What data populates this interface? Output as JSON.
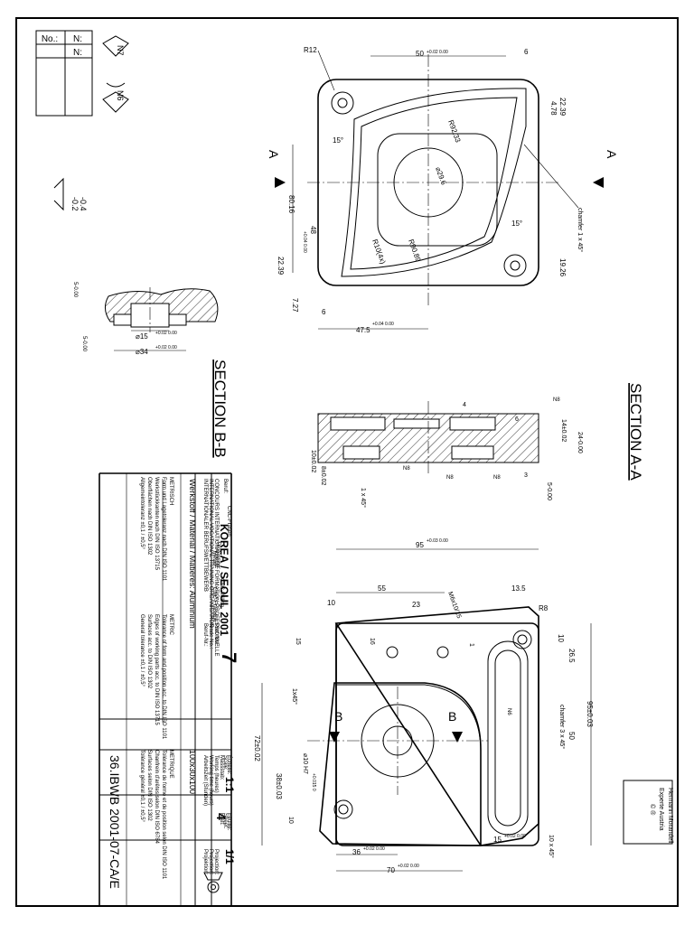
{
  "marks": {
    "n1": "N:",
    "n2": "N:",
    "no": "No.:",
    "n7": "N7",
    "n6": "N6"
  },
  "tolerance_small": [
    "-0.2",
    "-0.4"
  ],
  "section_bb": {
    "title": "SECTION B-B",
    "d1": "⌀15",
    "d1_tol": "+0.02 0.00",
    "d2": "⌀34",
    "d2_tol": "+0.02 0.00",
    "v1": "5-0.00",
    "v2": "5-0.00"
  },
  "section_aa": {
    "title": "SECTION A-A",
    "d1": "10±0.02",
    "d2": "8±0.02",
    "d3": "24-0.00",
    "d4": "14±0.02",
    "d5": "5-0.00",
    "d6": "4",
    "d7": "6",
    "d8": "3",
    "chamfer": "1 x 45°",
    "surf": [
      "N8",
      "N8",
      "N8",
      "N8"
    ]
  },
  "top_view": {
    "r12": "R12",
    "w50": "50",
    "w50_tol": "+0.02 0.00",
    "six_a": "6",
    "r92": "R92.33",
    "d29": "⌀29.6",
    "r90": "R90.89",
    "r10": "R10(4x)",
    "ang1": "15°",
    "ang2": "15°",
    "h80": "80.16",
    "h48": "48",
    "h48_tol": "+0.04 0.00",
    "h22a": "22.39",
    "h22b": "22.39",
    "h478": "4.78",
    "h1926": "19.26",
    "h727": "7.27",
    "six_b": "6",
    "w475": "47.5",
    "w475_tol": "+0.04 0.00",
    "chamfer": "chamfer 1 x 45°",
    "labelA": "A"
  },
  "bottom_view": {
    "w95": "95",
    "w95_tol": "+0.03 0.00",
    "w55": "55",
    "w23": "23",
    "w135": "13.5",
    "w10a": "10",
    "w10b": "10",
    "thread": "M6x10/15",
    "r8": "R8",
    "h265": "26.5",
    "h50": "50",
    "h95": "95±0.03",
    "h72": "72±0.02",
    "h38": "38±0.03",
    "h15": "15",
    "h16": "16",
    "h10": "10",
    "h1": "1",
    "ch1": "1x45°",
    "d10": "⌀10 H7",
    "d10_tol": "+0.015 0",
    "chamfer": "chamfer 3 x 45°",
    "ch10": "10 x 45°",
    "w36": "36",
    "w36_tol": "+0.02 0.00",
    "w70": "70",
    "w70_tol": "+0.02 0.00",
    "w15": "15",
    "w15_tol": "+0.02 0.00",
    "labelB": "B",
    "surf": "N6"
  },
  "author": {
    "name": "Hermann Morandell",
    "role": "Experte Austria",
    "mark": "© ®"
  },
  "notes": {
    "col1": [
      "Allgemeintoleranz ±0,1 / ±0,5°",
      "Oberflächen nach DIN ISO 1302",
      "Werkstückkanten nach DIN ISO 13715",
      "Form und Lagetoleranz nach DIN ISO 1101",
      "METRISCH"
    ],
    "col2": [
      "General tolerance ±0,1 / ±0,5°",
      "Surfaces acc. to DIN ISO 1302",
      "Edges of working parts acc. to DIN ISO 13715",
      "Tolerance of form and position acc. to DIN ISO 1101",
      "METRIC"
    ],
    "col3": [
      "Tolérance général ±0,1 / ±0,5°",
      "Surfaces selon DIN ISO 1302",
      "Chanfrein d'arêtes selon DIN ISO 6784",
      "Tolérance de forme et de position selon DIN ISO 1101",
      "METRIQUE"
    ]
  },
  "material_label": "Werkstoff / Material / Matières: Aluminium",
  "material_size": "100x30x100",
  "org": [
    "INTERNATIONALER BERUFSWETTBEWERB",
    "INTERNATIONAL VOCATIONAL TRAINING ORGANISATION",
    "CONCOURS INTERNATIONAUX DE FORMATION PROFESSIONNELLE"
  ],
  "city": "KOREA / SEOUL 2001",
  "trade": {
    "l1": "Beruf:",
    "v1": "CNC-Fräsen",
    "l2": "Profession:",
    "v2": "CNC-Milling",
    "l3": "Métier:",
    "v3": "CNC-Fraisage"
  },
  "trade_no": {
    "l1": "Beruf-Nr.:",
    "l2": "Trade No.:",
    "l3": "Prof. No.:",
    "value": "7"
  },
  "time": {
    "l1": "Arbeitszeit (Stunden)",
    "l2": "Working time (hours)",
    "l3": "Temps (heures)",
    "value": "4"
  },
  "projection": {
    "l1": "Projektion:",
    "l2": "Projection:",
    "l3": "Projection:"
  },
  "scale": {
    "l1": "Massstab:",
    "l2": "Scale:",
    "l3": "Échelle:",
    "value": "1:1"
  },
  "sheet_no": {
    "l1": "Blatt:",
    "l2": "Sheet:",
    "l3": "Feuille:",
    "value": "1/1"
  },
  "drawing_no": "36.IBWB 2001-07-CA/E"
}
